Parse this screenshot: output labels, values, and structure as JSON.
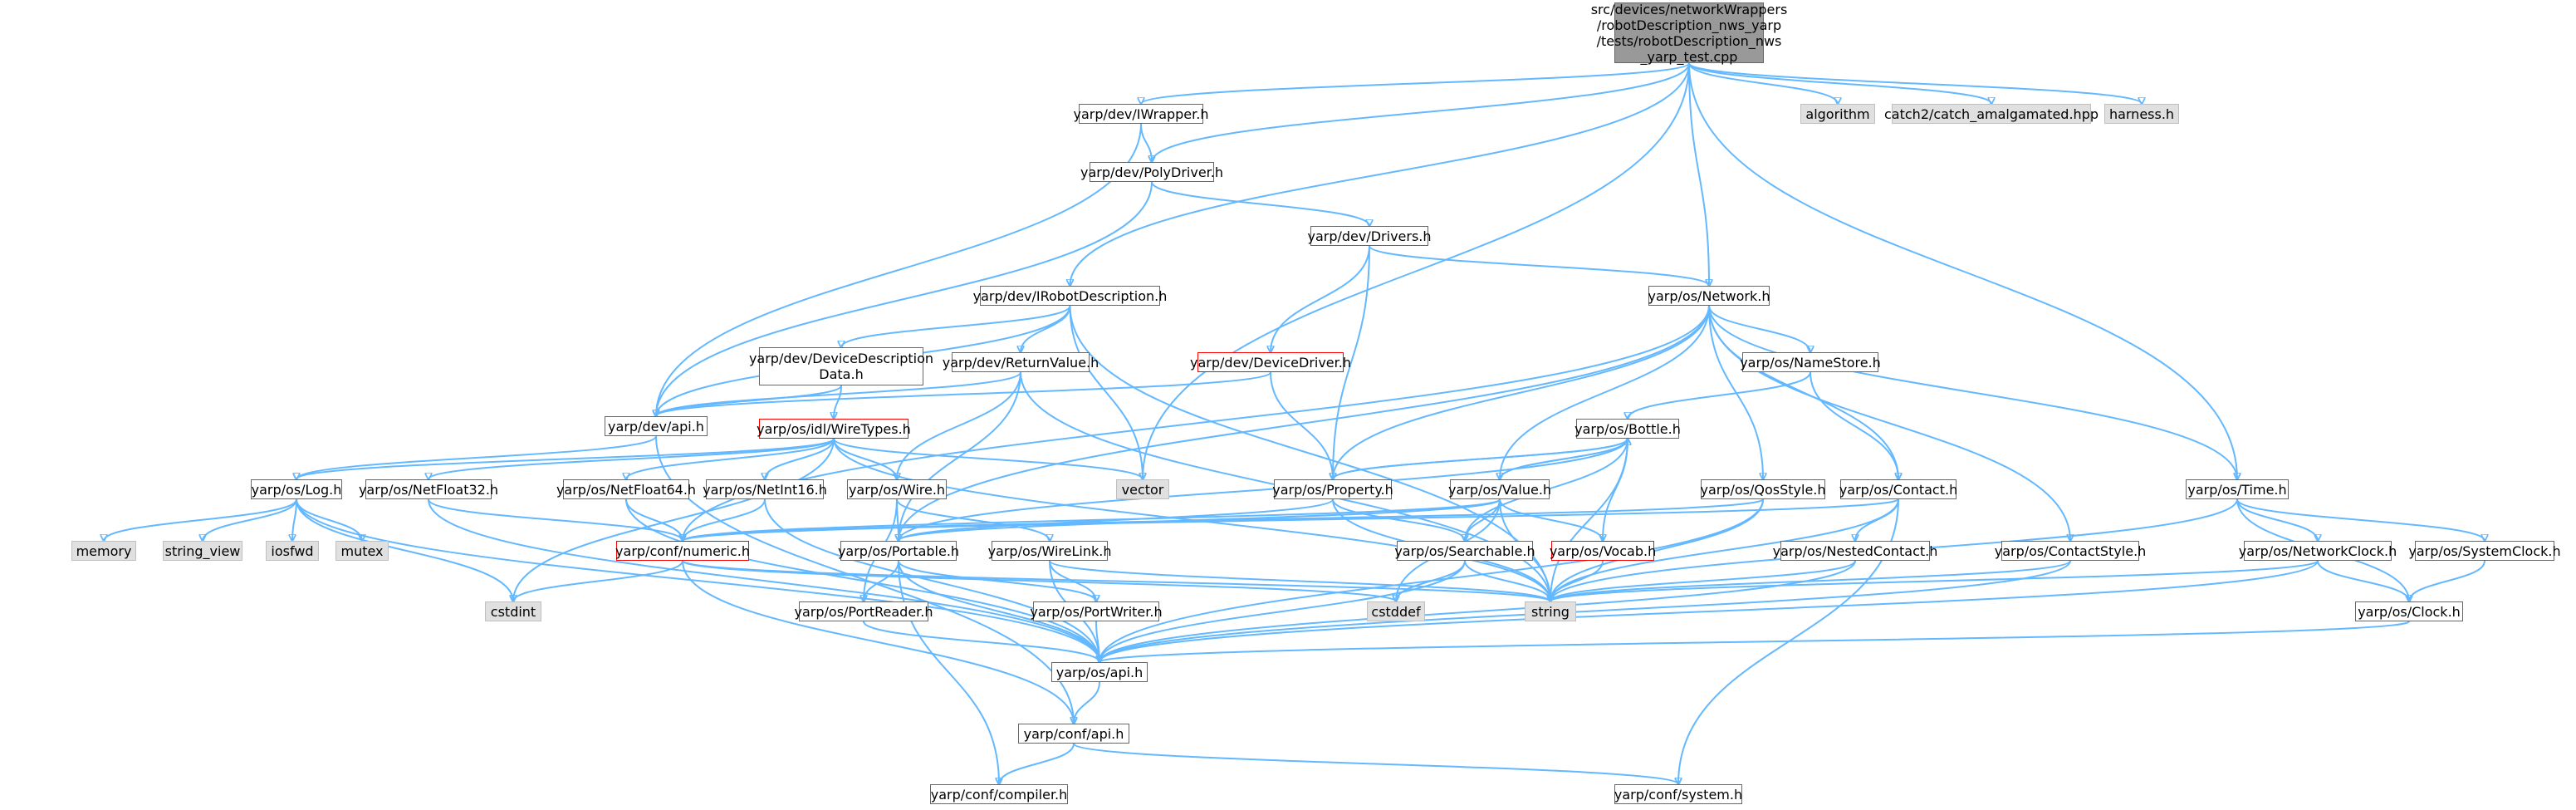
{
  "colors": {
    "edge": "#63b8ff",
    "node_border": "#666666",
    "root_fill": "#999999",
    "system_fill": "#e0e0e0",
    "truncated_border": "#ff0000"
  },
  "nodes": {
    "root": "src/devices/networkWrappers\n/robotDescription_nws_yarp\n/tests/robotDescription_nws\n_yarp_test.cpp",
    "iwrapper": "yarp/dev/IWrapper.h",
    "polydriver": "yarp/dev/PolyDriver.h",
    "algorithm": "algorithm",
    "catch2": "catch2/catch_amalgamated.hpp",
    "harness": "harness.h",
    "drivers": "yarp/dev/Drivers.h",
    "irobot": "yarp/dev/IRobotDescription.h",
    "network": "yarp/os/Network.h",
    "devdescdata": "yarp/dev/DeviceDescription\nData.h",
    "returnvalue": "yarp/dev/ReturnValue.h",
    "devicedriver": "yarp/dev/DeviceDriver.h",
    "namestore": "yarp/os/NameStore.h",
    "devapi": "yarp/dev/api.h",
    "wiretypes": "yarp/os/idl/WireTypes.h",
    "vector": "vector",
    "bottle": "yarp/os/Bottle.h",
    "log": "yarp/os/Log.h",
    "netfloat32": "yarp/os/NetFloat32.h",
    "netfloat64": "yarp/os/NetFloat64.h",
    "netint16": "yarp/os/NetInt16.h",
    "wire": "yarp/os/Wire.h",
    "property": "yarp/os/Property.h",
    "value": "yarp/os/Value.h",
    "qosstyle": "yarp/os/QosStyle.h",
    "contact": "yarp/os/Contact.h",
    "time": "yarp/os/Time.h",
    "memory": "memory",
    "string_view": "string_view",
    "iosfwd": "iosfwd",
    "mutex": "mutex",
    "numeric": "yarp/conf/numeric.h",
    "portable": "yarp/os/Portable.h",
    "wirelink": "yarp/os/WireLink.h",
    "searchable": "yarp/os/Searchable.h",
    "vocab": "yarp/os/Vocab.h",
    "nestedcontact": "yarp/os/NestedContact.h",
    "contactstyle": "yarp/os/ContactStyle.h",
    "networkclock": "yarp/os/NetworkClock.h",
    "systemclock": "yarp/os/SystemClock.h",
    "cstdint": "cstdint",
    "cstddef": "cstddef",
    "string": "string",
    "portreader": "yarp/os/PortReader.h",
    "portwriter": "yarp/os/PortWriter.h",
    "clock": "yarp/os/Clock.h",
    "osapi": "yarp/os/api.h",
    "confapi": "yarp/conf/api.h",
    "compiler": "yarp/conf/compiler.h",
    "system": "yarp/conf/system.h"
  },
  "edges": [
    [
      "root",
      "iwrapper"
    ],
    [
      "root",
      "polydriver"
    ],
    [
      "root",
      "irobot"
    ],
    [
      "root",
      "vector"
    ],
    [
      "root",
      "network"
    ],
    [
      "root",
      "time"
    ],
    [
      "root",
      "algorithm"
    ],
    [
      "root",
      "catch2"
    ],
    [
      "root",
      "harness"
    ],
    [
      "iwrapper",
      "polydriver"
    ],
    [
      "iwrapper",
      "devapi"
    ],
    [
      "polydriver",
      "drivers"
    ],
    [
      "polydriver",
      "devapi"
    ],
    [
      "drivers",
      "devicedriver"
    ],
    [
      "drivers",
      "network"
    ],
    [
      "drivers",
      "property"
    ],
    [
      "irobot",
      "devdescdata"
    ],
    [
      "irobot",
      "returnvalue"
    ],
    [
      "irobot",
      "devapi"
    ],
    [
      "irobot",
      "vector"
    ],
    [
      "irobot",
      "string"
    ],
    [
      "devdescdata",
      "devapi"
    ],
    [
      "devdescdata",
      "wiretypes"
    ],
    [
      "returnvalue",
      "devapi"
    ],
    [
      "returnvalue",
      "wire"
    ],
    [
      "returnvalue",
      "portable"
    ],
    [
      "returnvalue",
      "string"
    ],
    [
      "devicedriver",
      "devapi"
    ],
    [
      "devicedriver",
      "property"
    ],
    [
      "network",
      "namestore"
    ],
    [
      "network",
      "contact"
    ],
    [
      "network",
      "property"
    ],
    [
      "network",
      "value"
    ],
    [
      "network",
      "qosstyle"
    ],
    [
      "network",
      "contactstyle"
    ],
    [
      "network",
      "time"
    ],
    [
      "network",
      "portable"
    ],
    [
      "network",
      "numeric"
    ],
    [
      "namestore",
      "bottle"
    ],
    [
      "namestore",
      "contact"
    ],
    [
      "devapi",
      "log"
    ],
    [
      "devapi",
      "confapi"
    ],
    [
      "wiretypes",
      "log"
    ],
    [
      "wiretypes",
      "netfloat32"
    ],
    [
      "wiretypes",
      "netfloat64"
    ],
    [
      "wiretypes",
      "netint16"
    ],
    [
      "wiretypes",
      "wire"
    ],
    [
      "wiretypes",
      "vector"
    ],
    [
      "wiretypes",
      "cstdint"
    ],
    [
      "wiretypes",
      "string"
    ],
    [
      "bottle",
      "property"
    ],
    [
      "bottle",
      "value"
    ],
    [
      "bottle",
      "searchable"
    ],
    [
      "bottle",
      "vocab"
    ],
    [
      "bottle",
      "string"
    ],
    [
      "bottle",
      "portable"
    ],
    [
      "property",
      "bottle"
    ],
    [
      "property",
      "searchable"
    ],
    [
      "property",
      "string"
    ],
    [
      "property",
      "portable"
    ],
    [
      "value",
      "bottle"
    ],
    [
      "value",
      "searchable"
    ],
    [
      "value",
      "vocab"
    ],
    [
      "value",
      "string"
    ],
    [
      "value",
      "cstddef"
    ],
    [
      "value",
      "portable"
    ],
    [
      "value",
      "numeric"
    ],
    [
      "qosstyle",
      "numeric"
    ],
    [
      "qosstyle",
      "string"
    ],
    [
      "qosstyle",
      "osapi"
    ],
    [
      "contact",
      "nestedcontact"
    ],
    [
      "contact",
      "string"
    ],
    [
      "contact",
      "system"
    ],
    [
      "contact",
      "numeric"
    ],
    [
      "time",
      "networkclock"
    ],
    [
      "time",
      "systemclock"
    ],
    [
      "time",
      "clock"
    ],
    [
      "time",
      "string"
    ],
    [
      "log",
      "memory"
    ],
    [
      "log",
      "string_view"
    ],
    [
      "log",
      "iosfwd"
    ],
    [
      "log",
      "mutex"
    ],
    [
      "log",
      "cstdint"
    ],
    [
      "log",
      "osapi"
    ],
    [
      "netfloat32",
      "numeric"
    ],
    [
      "netfloat32",
      "osapi"
    ],
    [
      "netfloat64",
      "numeric"
    ],
    [
      "netfloat64",
      "osapi"
    ],
    [
      "netint16",
      "numeric"
    ],
    [
      "netint16",
      "osapi"
    ],
    [
      "wire",
      "portable"
    ],
    [
      "wire",
      "wirelink"
    ],
    [
      "wire",
      "portreader"
    ],
    [
      "numeric",
      "cstdint"
    ],
    [
      "numeric",
      "cstddef"
    ],
    [
      "numeric",
      "string"
    ],
    [
      "numeric",
      "confapi"
    ],
    [
      "portable",
      "portreader"
    ],
    [
      "portable",
      "portwriter"
    ],
    [
      "portable",
      "osapi"
    ],
    [
      "portable",
      "compiler"
    ],
    [
      "wirelink",
      "portwriter"
    ],
    [
      "wirelink",
      "string"
    ],
    [
      "wirelink",
      "osapi"
    ],
    [
      "searchable",
      "cstddef"
    ],
    [
      "searchable",
      "string"
    ],
    [
      "searchable",
      "osapi"
    ],
    [
      "vocab",
      "string"
    ],
    [
      "nestedcontact",
      "string"
    ],
    [
      "nestedcontact",
      "osapi"
    ],
    [
      "contactstyle",
      "string"
    ],
    [
      "contactstyle",
      "osapi"
    ],
    [
      "networkclock",
      "clock"
    ],
    [
      "networkclock",
      "string"
    ],
    [
      "networkclock",
      "osapi"
    ],
    [
      "systemclock",
      "clock"
    ],
    [
      "portreader",
      "osapi"
    ],
    [
      "portwriter",
      "osapi"
    ],
    [
      "clock",
      "osapi"
    ],
    [
      "osapi",
      "confapi"
    ],
    [
      "confapi",
      "compiler"
    ],
    [
      "confapi",
      "system"
    ]
  ]
}
